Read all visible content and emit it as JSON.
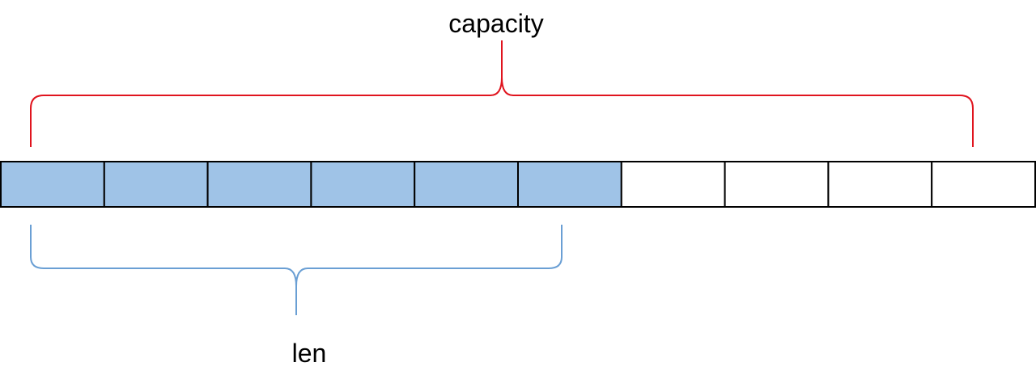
{
  "labels": {
    "capacity": "capacity",
    "len": "len"
  },
  "array": {
    "total_cells": 10,
    "filled_cells": 6
  },
  "colors": {
    "filled": "#9fc3e7",
    "empty": "#ffffff",
    "border": "#000000",
    "capacity_brace": "#e0141e",
    "len_brace": "#6a9fd4",
    "text": "#000000"
  }
}
